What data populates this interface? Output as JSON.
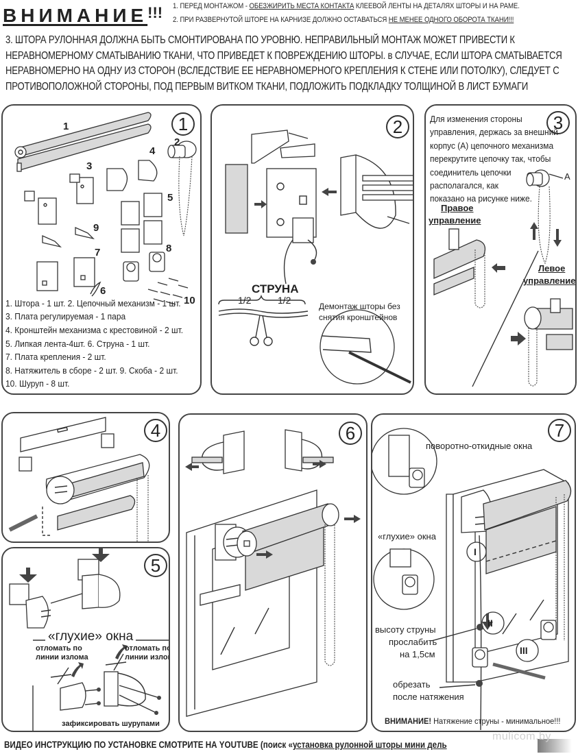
{
  "header": {
    "warning_title": "ВНИМАНИЕ",
    "warning_exclaim": "!!!",
    "line1_prefix": "1. ПЕРЕД МОНТАЖОМ - ",
    "line1_underlined": "ОБЕЗЖИРИТЬ МЕСТА КОНТАКТА",
    "line1_suffix": " КЛЕЕВОЙ ЛЕНТЫ НА ДЕТАЛЯХ ШТОРЫ И НА РАМЕ.",
    "line2_prefix": "2. ПРИ РАЗВЕРНУТОЙ ШТОРЕ НА КАРНИЗЕ ДОЛЖНО ОСТАВАТЬСЯ ",
    "line2_underlined": "НЕ МЕНЕЕ ОДНОГО ОБОРОТА ТКАНИ!!!",
    "note3": "3. ШТОРА РУЛОННАЯ ДОЛЖНА БЫТЬ СМОНТИРОВАНА ПО УРОВНЮ. НЕПРАВИЛЬНЫЙ МОНТАЖ МОЖЕТ ПРИВЕСТИ К НЕРАВНОМЕРНОМУ СМАТЫВАНИЮ ТКАНИ, ЧТО ПРИВЕДЕТ К ПОВРЕЖДЕНИЮ ШТОРЫ. в СЛУЧАЕ, ЕСЛИ ШТОРА СМАТЫВАЕТСЯ НЕРАВНОМЕРНО НА ОДНУ ИЗ СТОРОН (ВСЛЕДСТВИЕ ЕЕ НЕРАВНОМЕРНОГО КРЕПЛЕНИЯ К СТЕНЕ ИЛИ ПОТОЛКУ), СЛЕДУЕТ С ПРОТИВОПОЛОЖНОЙ СТОРОНЫ, ПОД ПЕРВЫМ ВИТКОМ ТКАНИ, ПОДЛОЖИТЬ ПОДКЛАДКУ ТОЛЩИНОЙ В ЛИСТ БУМАГИ"
  },
  "panel1": {
    "step": "1",
    "callouts": [
      "1",
      "2",
      "3",
      "4",
      "5",
      "6",
      "7",
      "8",
      "9",
      "10"
    ],
    "parts": [
      "1. Штора - 1 шт. 2. Цепочный механизм - 1 шт.",
      "3. Плата регулируемая - 1 пара",
      "4. Кронштейн механизма с крестовиной - 2 шт.",
      "5. Липкая лента-4шт. 6. Струна - 1 шт.",
      "7. Плата крепления - 2 шт.",
      "8. Натяжитель в сборе - 2 шт. 9. Скоба - 2 шт.",
      "10. Шуруп - 8 шт."
    ]
  },
  "panel2": {
    "step": "2",
    "string_label": "СТРУНА",
    "half_left": "1/2",
    "half_right": "1/2",
    "dismount_line1": "Демонтаж шторы без",
    "dismount_line2": "снятия кронштейнов"
  },
  "panel3": {
    "step": "3",
    "instructions": [
      "Для изменения стороны",
      "управления, держась за внешний",
      "корпус (А) цепочного механизма",
      "перекрутите цепочку так, чтобы",
      "соединитель цепочки",
      "располагался, как",
      "показано на рисунке ниже."
    ],
    "label_a": "A",
    "right_control_line1": "Правое",
    "right_control_line2": "управление",
    "left_control_line1": "Левое",
    "left_control_line2": "управление"
  },
  "panel4": {
    "step": "4"
  },
  "panel5": {
    "step": "5",
    "blind_windows": "«глухие» окна",
    "break_left_line1": "отломать по",
    "break_left_line2": "линии излома",
    "break_right_line1": "отломать по",
    "break_right_line2": "линии излома",
    "fix_screws": "зафиксировать шурупами"
  },
  "panel6": {
    "step": "6"
  },
  "panel7": {
    "step": "7",
    "tilt_turn": "поворотно-откидные окна",
    "blind_windows": "«глухие» окна",
    "marker_1": "I",
    "marker_2": "II",
    "marker_3": "III",
    "slack_line1": "высоту струны",
    "slack_line2": "прослабить",
    "slack_line3": "на 1,5см",
    "cut_line1": "обрезать",
    "cut_line2": "после натяжения",
    "attention_bold": "ВНИМАНИЕ!",
    "attention_text": " Натяжение струны - минимальное!!!"
  },
  "footer": {
    "text": "ВИДЕО ИНСТРУКЦИЮ ПО УСТАНОВКЕ СМОТРИТЕ НА YOUTUBE (",
    "search_prefix": "поиск «",
    "search_query": "установка рулонной шторы мини дель",
    "watermark": "mulicom.by"
  }
}
